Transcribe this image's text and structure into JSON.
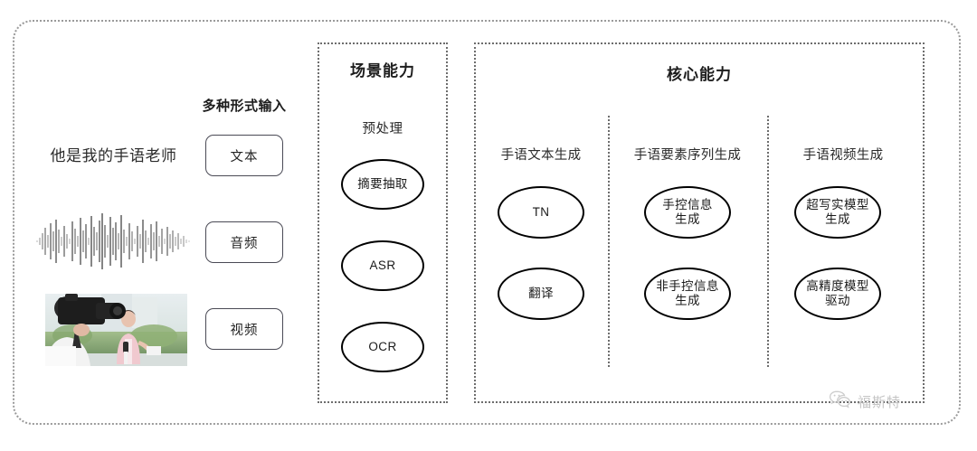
{
  "diagram": {
    "input_section": {
      "caption": "多种形式输入",
      "sample_text": "他是我的手语老师",
      "modalities": [
        {
          "label": "文本",
          "icon": "text-sample"
        },
        {
          "label": "音频",
          "icon": "audio-waveform"
        },
        {
          "label": "视频",
          "icon": "video-thumbnail"
        }
      ]
    },
    "scene_section": {
      "title": "场景能力",
      "subtitle": "预处理",
      "nodes": [
        {
          "label": "摘要抽取"
        },
        {
          "label": "ASR"
        },
        {
          "label": "OCR"
        }
      ]
    },
    "core_section": {
      "title": "核心能力",
      "columns": [
        {
          "title": "手语文本生成",
          "nodes": [
            {
              "label": "TN"
            },
            {
              "label": "翻译"
            }
          ]
        },
        {
          "title": "手语要素序列生成",
          "nodes": [
            {
              "label": "手控信息\n生成"
            },
            {
              "label": "非手控信息\n生成"
            }
          ]
        },
        {
          "title": "手语视频生成",
          "nodes": [
            {
              "label": "超写实模型\n生成"
            },
            {
              "label": "高精度模型\n驱动"
            }
          ]
        }
      ]
    },
    "watermark": {
      "label": "福斯特",
      "icon": "wechat-bubbles-icon"
    },
    "colors": {
      "background": "#ffffff",
      "outer_border": "#9a9a9a",
      "section_border": "#6d6d6d",
      "node_stroke": "#000000",
      "pill_stroke": "#4a4a55",
      "text": "#1d1d1d",
      "watermark": "#c4c4c4"
    }
  }
}
